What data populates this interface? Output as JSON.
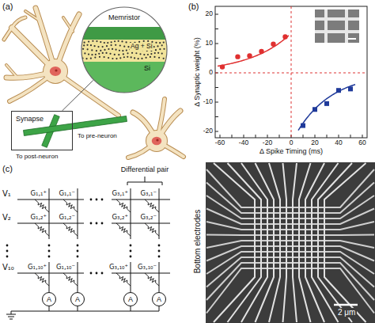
{
  "diagram": {
    "nodes": [
      {
        "text": [
          "Memristor",
          "Ag + Si",
          "Si"
        ]
      },
      {
        "text": [
          "Synapse"
        ]
      },
      {
        "text": [
          "A"
        ]
      },
      {
        "text": [
          "A"
        ]
      },
      {
        "text": [
          "A"
        ]
      },
      {
        "text": [
          "A"
        ]
      }
    ],
    "edges": [
      {
        "from": 1,
        "to": 0,
        "arrow": "none"
      }
    ],
    "labels": [
      "(a)",
      "To pre-neuron",
      "To post-neuron",
      "(b)",
      "Δ Synaptic weight (%)",
      "Δ Spike Timing (ms)",
      "20",
      "10",
      "0",
      "-10",
      "-20",
      "-60",
      "-40",
      "-20",
      "0",
      "20",
      "40",
      "60",
      "(c)",
      "Differential pair",
      "V₁",
      "V₂",
      "V₁₀",
      "G₁,₁⁺",
      "G₁,₁⁻",
      "G₃,₁⁺",
      "G₃,₁⁻",
      "G₁,₂⁺",
      "G₁,₂⁻",
      "G₃,₂⁺",
      "G₃,₂⁻",
      "G₁,₁₀⁺",
      "G₁,₁₀⁻",
      "G₃,₁₀⁺",
      "G₃,₁₀⁻",
      "Bottom electrodes",
      "2 μm"
    ]
  }
}
